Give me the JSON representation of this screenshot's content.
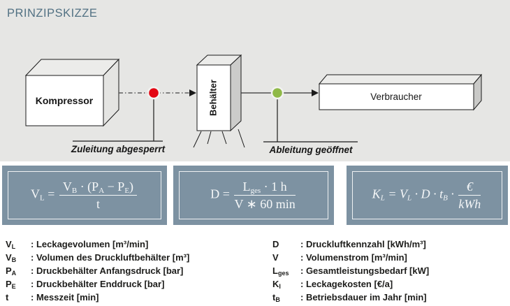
{
  "title": "PRINZIPSKIZZE",
  "colors": {
    "panel_bg": "#e6e6e4",
    "formula_bg": "#7d92a2",
    "title_text": "#527183",
    "red_dot": "#e30613",
    "green_dot": "#8fb947"
  },
  "diagram": {
    "kompressor_label": "Kompressor",
    "behaelter_label": "Behälter",
    "verbraucher_label": "Verbraucher",
    "supply_caption": "Zuleitung abgesperrt",
    "outlet_caption": "Ableitung geöffnet"
  },
  "formulas": {
    "leakage_volume": {
      "lhs_base": "V",
      "lhs_sub": "L",
      "equals": " = ",
      "num_v": "V",
      "num_v_sub": "B",
      "num_open": " · (P",
      "num_pa_sub": "A",
      "num_minus": " − P",
      "num_pe_sub": "E",
      "num_close": ")",
      "den": "t"
    },
    "air_index": {
      "lhs": "D",
      "equals": " = ",
      "num_base": "L",
      "num_sub": "ges",
      "num_rest": " · 1 h",
      "den": "V ∗ 60 min"
    },
    "leakage_cost": {
      "k": "K",
      "k_sub": "L",
      "equals": " = ",
      "v": "V",
      "v_sub": "L",
      "mid": " · D · t",
      "t_sub": "B",
      "dot": " · ",
      "num": "€",
      "den": "kWh"
    }
  },
  "legend": {
    "left": [
      {
        "base": "V",
        "sub": "L",
        "desc": ": Leckagevolumen [m³/min]"
      },
      {
        "base": "V",
        "sub": "B",
        "desc": ": Volumen des Druckluftbehälter [m³]"
      },
      {
        "base": "P",
        "sub": "A",
        "desc": ": Druckbehälter Anfangsdruck [bar]"
      },
      {
        "base": "P",
        "sub": "E",
        "desc": ": Druckbehälter Enddruck [bar]"
      },
      {
        "base": "t",
        "sub": "",
        "desc": ": Messzeit [min]"
      }
    ],
    "right": [
      {
        "base": "D",
        "sub": "",
        "desc": ": Druckluftkennzahl [kWh/m³]"
      },
      {
        "base": "V",
        "sub": "",
        "desc": ": Volumenstrom [m³/min]"
      },
      {
        "base": "L",
        "sub": "ges",
        "desc": ": Gesamtleistungsbedarf [kW]"
      },
      {
        "base": "K",
        "sub": "l",
        "desc": ": Leckagekosten [€/a]"
      },
      {
        "base": "t",
        "sub": "B",
        "desc": ": Betriebsdauer im Jahr [min]"
      }
    ]
  }
}
